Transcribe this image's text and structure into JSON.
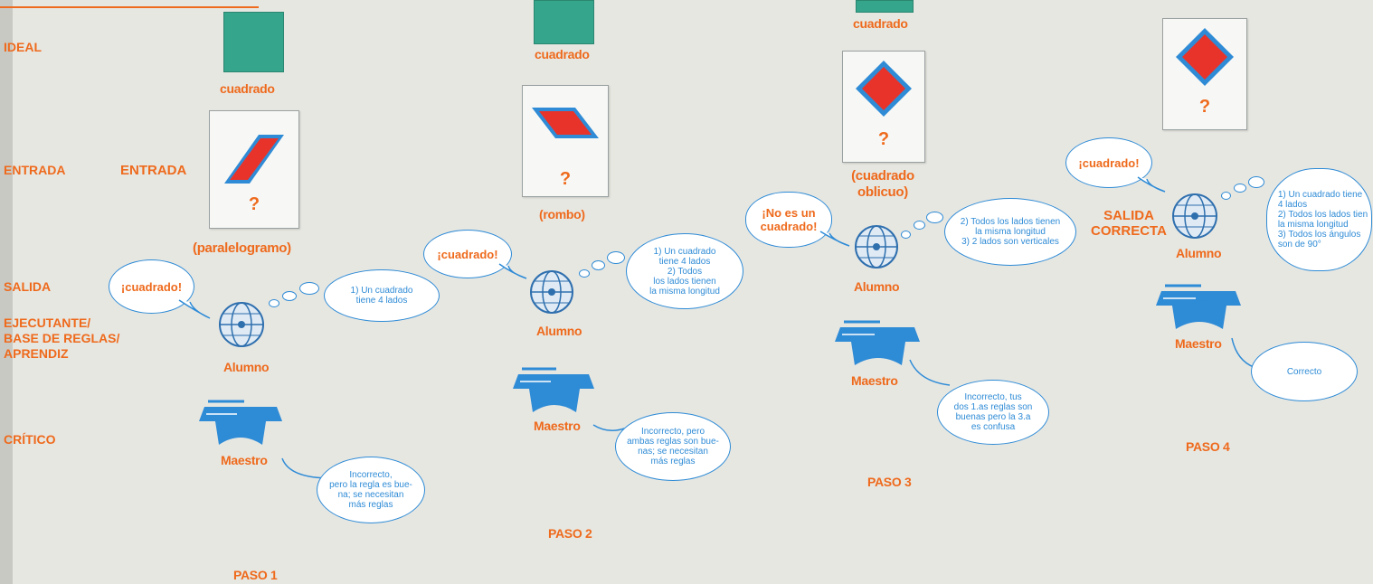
{
  "side_labels": {
    "ideal": "IDEAL",
    "entrada": "ENTRADA",
    "salida": "SALIDA",
    "ejecutante": "EJECUTANTE/\nBASE DE REGLAS/\nAPRENDIZ",
    "critico": "CRÍTICO"
  },
  "labels": {
    "cuadrado": "cuadrado",
    "entrada": "ENTRADA",
    "alumno": "Alumno",
    "maestro": "Maestro",
    "question": "?",
    "salida_correcta": "SALIDA\nCORRECTA"
  },
  "colors": {
    "orange": "#ee6a1c",
    "teal": "#35a58b",
    "blue": "#2e8bd6",
    "red": "#e8332a",
    "background": "#e7e7e2"
  },
  "steps": [
    {
      "paso": "PASO 1",
      "shape_name": "(paralelogramo)",
      "student_says": "¡cuadrado!",
      "thought": "1) Un cuadrado\ntiene 4 lados",
      "teacher_says": "Incorrecto,\npero la regla es bue-\nna; se necesitan\nmás reglas"
    },
    {
      "paso": "PASO 2",
      "shape_name": "(rombo)",
      "student_says": "¡cuadrado!",
      "thought": "1) Un cuadrado\ntiene 4 lados\n2) Todos\nlos lados tienen\nla misma longitud",
      "teacher_says": "Incorrecto, pero\nambas reglas son bue-\nnas; se necesitan\nmás reglas"
    },
    {
      "paso": "PASO 3",
      "shape_name": "(cuadrado\noblicuo)",
      "student_says": "¡No es un\ncuadrado!",
      "thought": "2) Todos los lados tienen\nla misma longitud\n3) 2 lados son verticales",
      "teacher_says": "Incorrecto, tus\ndos 1.as reglas son\nbuenas pero la 3.a\nes confusa"
    },
    {
      "paso": "PASO 4",
      "student_says": "¡cuadrado!",
      "thought": "1) Un cuadrado tiene\n4 lados\n2) Todos los lados tien\nla misma longitud\n3) Todos los ángulos\nson de 90°",
      "teacher_says": "Correcto"
    }
  ]
}
